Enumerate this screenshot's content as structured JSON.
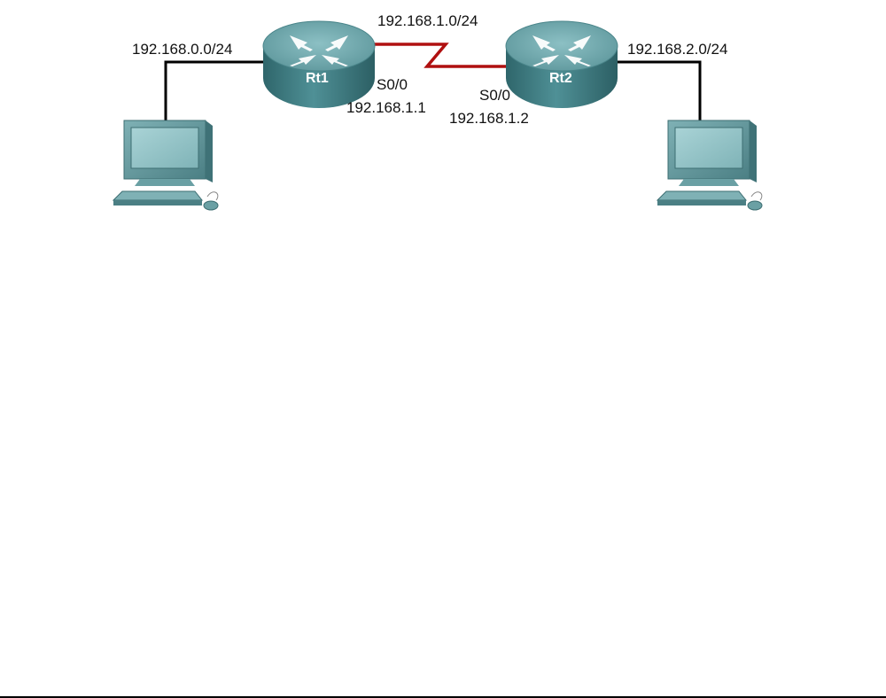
{
  "routers": [
    {
      "name": "Rt1"
    },
    {
      "name": "Rt2"
    }
  ],
  "networks": {
    "left_lan": "192.168.0.0/24",
    "serial_link": "192.168.1.0/24",
    "right_lan": "192.168.2.0/24"
  },
  "interfaces": {
    "rt1": {
      "port": "S0/0",
      "ip": "192.168.1.1"
    },
    "rt2": {
      "port": "S0/0",
      "ip": "192.168.1.2"
    }
  },
  "colors": {
    "serial_link": "#b01010",
    "ethernet_link": "#000000",
    "router_body": "#3f7f85",
    "router_top": "#6aa3a8",
    "pc_body": "#5d9297"
  },
  "icons": {
    "router": "router-icon",
    "pc": "pc-icon"
  }
}
